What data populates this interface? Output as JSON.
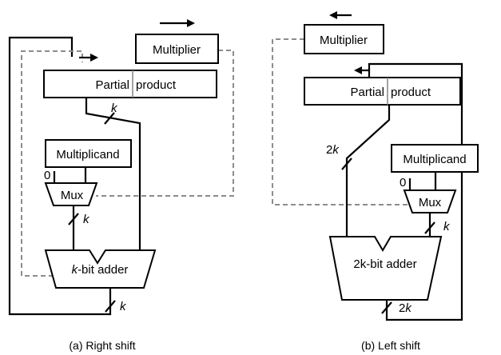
{
  "right_shift": {
    "multiplier": "Multiplier",
    "partial": "Partial",
    "product": "product",
    "multiplicand": "Multiplicand",
    "zero": "0",
    "mux": "Mux",
    "adder_k": "k",
    "adder_rest": "-bit adder",
    "bus_top": "k",
    "bus_mid": "k",
    "bus_bottom": "k",
    "caption": "(a) Right shift"
  },
  "left_shift": {
    "multiplier": "Multiplier",
    "partial": "Partial",
    "product": "product",
    "multiplicand": "Multiplicand",
    "zero": "0",
    "mux": "Mux",
    "adder": "2k-bit adder",
    "bus_left_num": "2",
    "bus_left_var": "k",
    "bus_mid": "k",
    "bus_bottom_num": "2",
    "bus_bottom_var": "k",
    "caption": "(b) Left shift"
  },
  "colors": {
    "line": "#000000",
    "dashed": "#8c8c8c",
    "box_fill": "#ffffff"
  }
}
